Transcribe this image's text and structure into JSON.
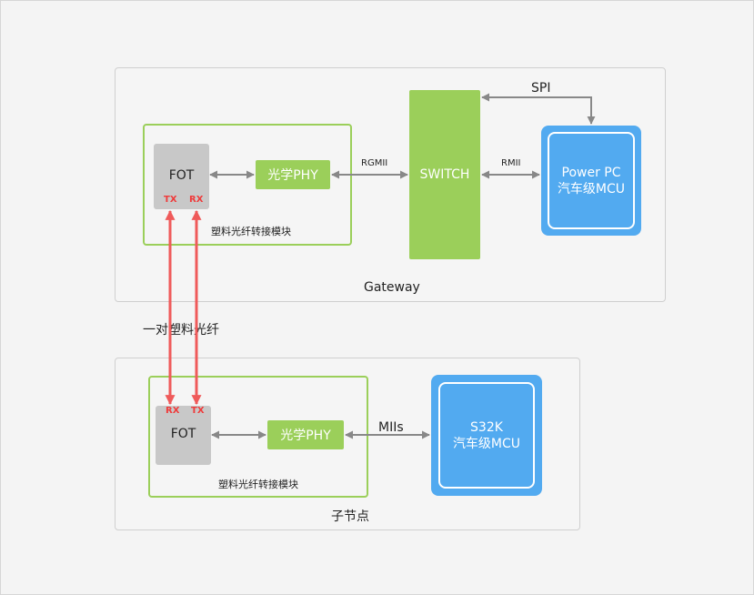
{
  "gateway": {
    "label": "Gateway",
    "module_caption": "塑料光纤转接模块",
    "fot": {
      "name": "FOT",
      "tx": "TX",
      "rx": "RX"
    },
    "phy": "光学PHY",
    "rgmii": "RGMII",
    "switch": "SWITCH",
    "rmii": "RMII",
    "spi": "SPI",
    "mcu": {
      "line1": "Power PC",
      "line2": "汽车级MCU"
    }
  },
  "fiber_label": "一对塑料光纤",
  "child": {
    "label": "子节点",
    "module_caption": "塑料光纤转接模块",
    "fot": {
      "name": "FOT",
      "rx": "RX",
      "tx": "TX"
    },
    "phy": "光学PHY",
    "miis": "MIIs",
    "mcu": {
      "line1": "S32K",
      "line2": "汽车级MCU"
    }
  },
  "colors": {
    "green": "#9bcf5a",
    "blue": "#52aaf0",
    "fiber": "#ef5a5a",
    "arrow": "#888888"
  }
}
